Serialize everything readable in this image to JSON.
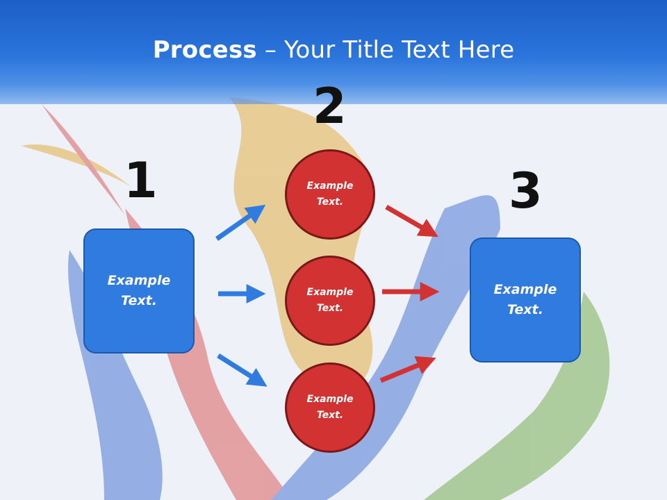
{
  "slide": {
    "title_bold": "Process",
    "title_rest": " – Your Title Text Here"
  },
  "steps": {
    "step1": {
      "number": "1",
      "line1": "Example",
      "line2": "Text."
    },
    "step2": {
      "number": "2",
      "circles": [
        {
          "line1": "Example",
          "line2": "Text."
        },
        {
          "line1": "Example",
          "line2": "Text."
        },
        {
          "line1": "Example",
          "line2": "Text."
        }
      ]
    },
    "step3": {
      "number": "3",
      "line1": "Example",
      "line2": "Text."
    }
  },
  "colors": {
    "box_blue": "#2f7be0",
    "circle_red": "#d23232",
    "arrow_blue": "#2f7be0",
    "arrow_red": "#d23232",
    "header_blue": "#1d5fc6"
  }
}
